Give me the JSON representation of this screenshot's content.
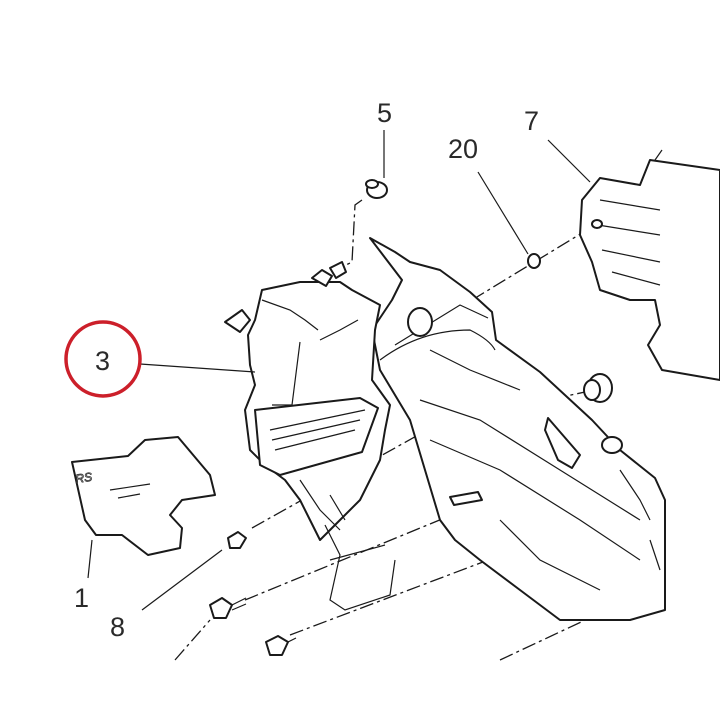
{
  "diagram": {
    "callouts": [
      {
        "id": "c1",
        "label": "1"
      },
      {
        "id": "c3",
        "label": "3",
        "highlighted": true
      },
      {
        "id": "c5",
        "label": "5"
      },
      {
        "id": "c7",
        "label": "7"
      },
      {
        "id": "c8",
        "label": "8"
      },
      {
        "id": "c20",
        "label": "20"
      }
    ],
    "emboss_text": "RS",
    "highlight_color": "#cc1f2a",
    "line_color": "#1a1a1a"
  }
}
